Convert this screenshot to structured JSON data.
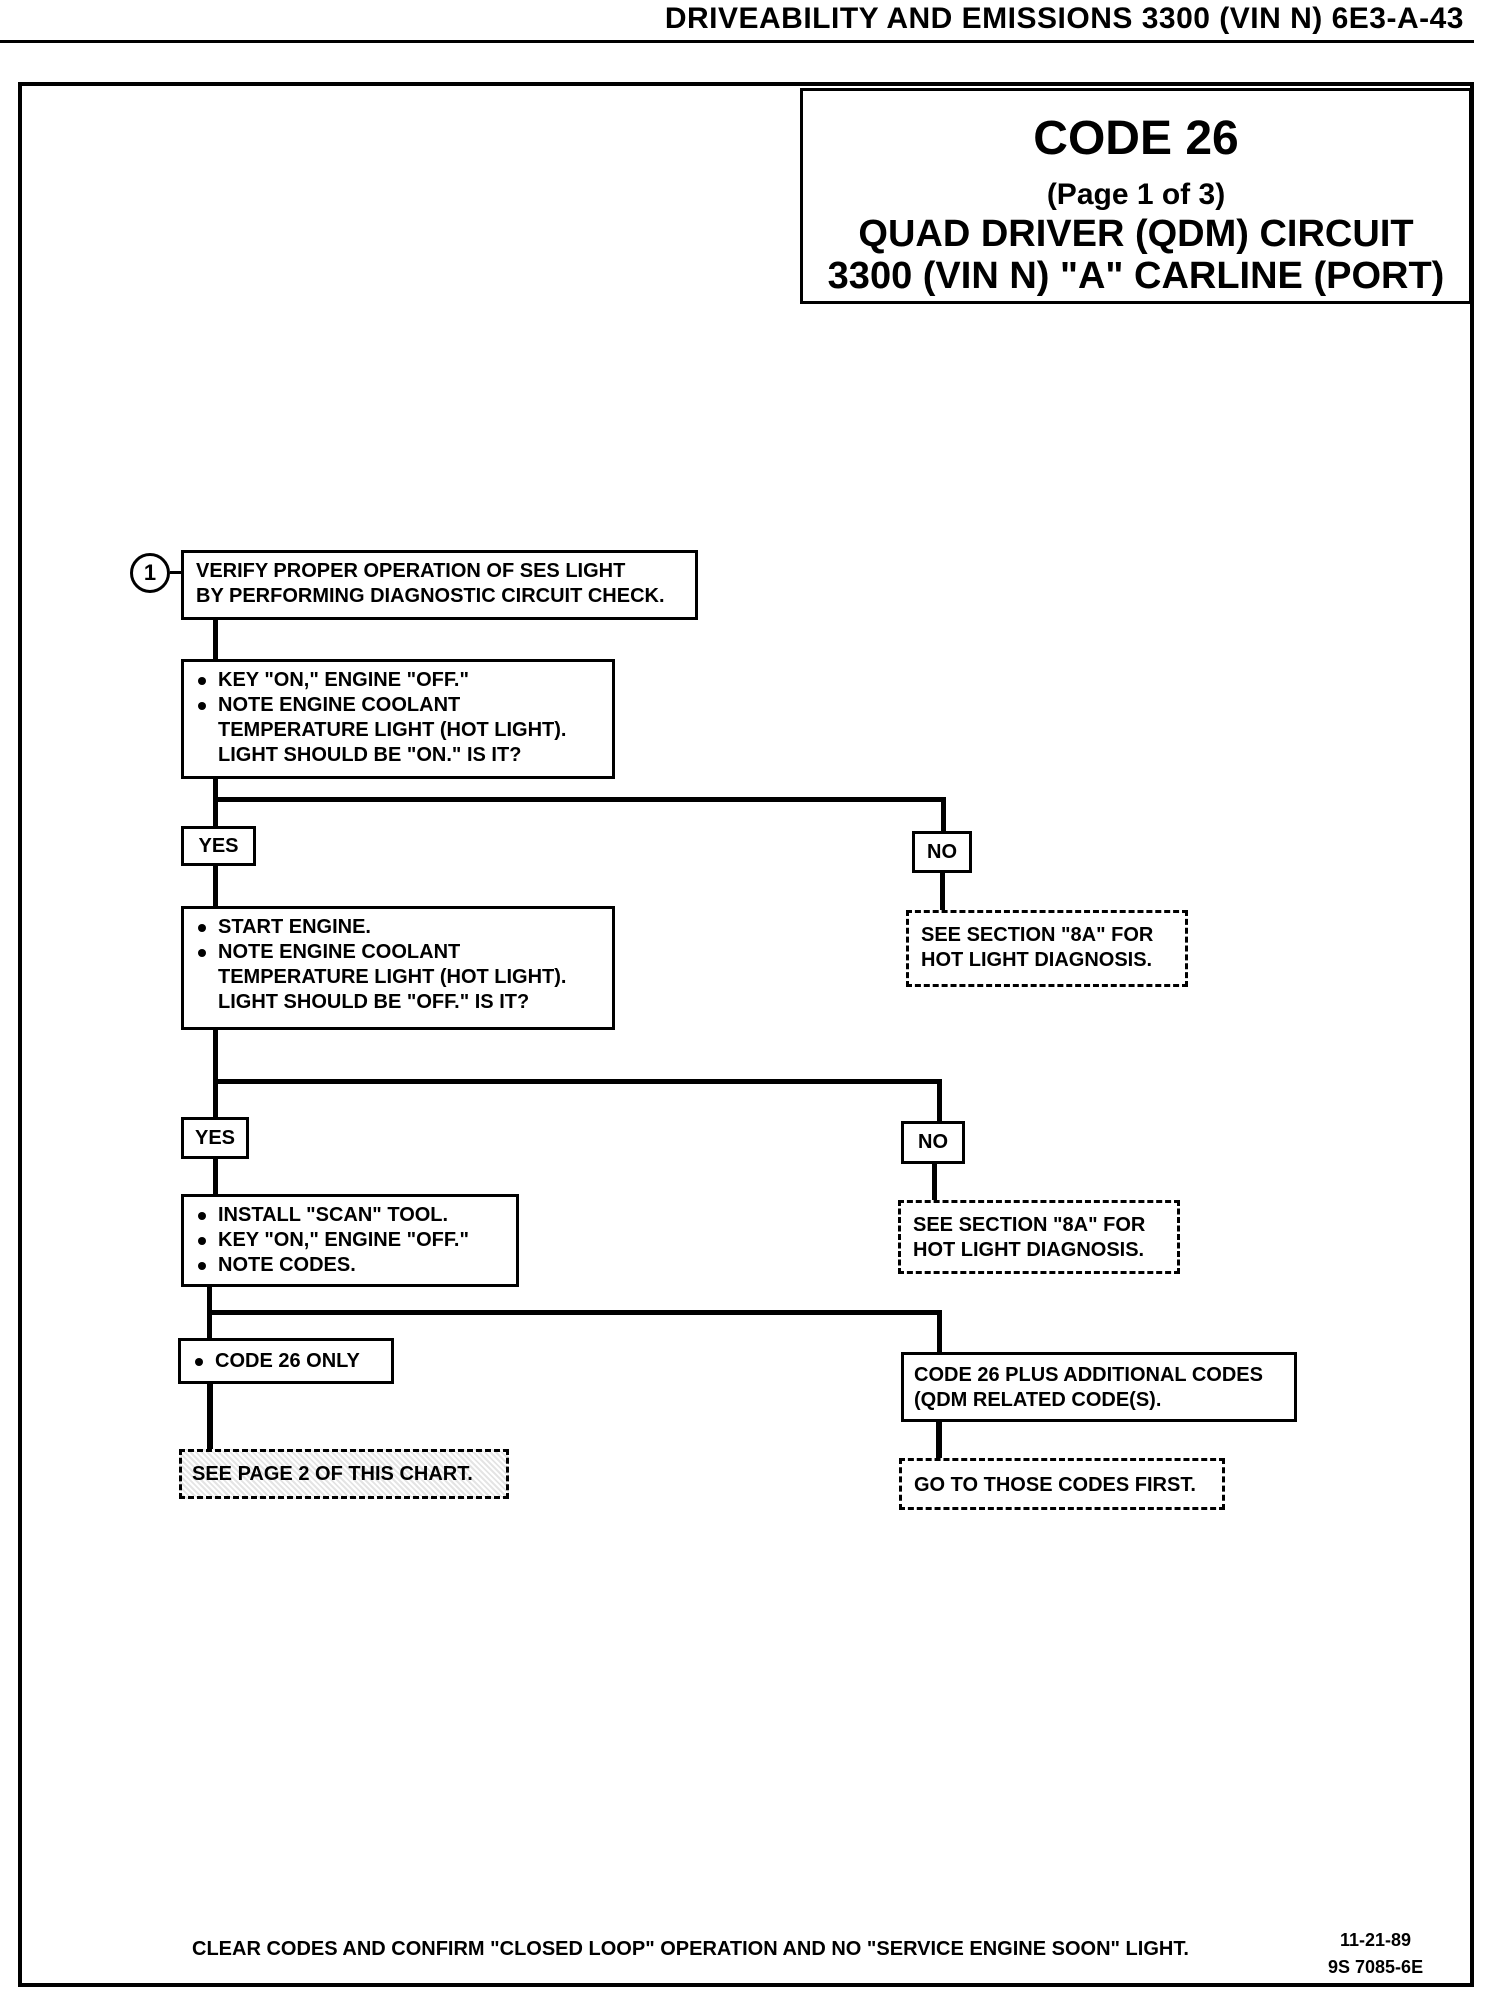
{
  "header": {
    "title": "DRIVEABILITY AND EMISSIONS  3300  (VIN N)  6E3-A-43"
  },
  "title_block": {
    "code": "CODE 26",
    "page": "(Page 1 of 3)",
    "line1": "QUAD DRIVER (QDM) CIRCUIT",
    "line2": "3300  (VIN N)  \"A\"  CARLINE  (PORT)"
  },
  "flowchart": {
    "step_marker": "1",
    "step1": [
      "VERIFY PROPER OPERATION OF SES LIGHT",
      "BY PERFORMING DIAGNOSTIC CIRCUIT CHECK."
    ],
    "step2": [
      "KEY \"ON,\" ENGINE \"OFF.\"",
      "NOTE ENGINE COOLANT TEMPERATURE LIGHT (HOT LIGHT). LIGHT SHOULD BE \"ON.\"  IS IT?"
    ],
    "step2_lines": [
      "KEY \"ON,\" ENGINE \"OFF.\"",
      "NOTE ENGINE COOLANT",
      "TEMPERATURE LIGHT (HOT LIGHT).",
      "LIGHT SHOULD BE \"ON.\"  IS IT?"
    ],
    "yes1": "YES",
    "no1": "NO",
    "no1_action": [
      "SEE SECTION \"8A\" FOR",
      "HOT LIGHT DIAGNOSIS."
    ],
    "step3_lines": [
      "START ENGINE.",
      "NOTE ENGINE COOLANT",
      "TEMPERATURE LIGHT (HOT LIGHT).",
      "LIGHT SHOULD BE \"OFF.\"  IS IT?"
    ],
    "yes2": "YES",
    "no2": "NO",
    "no2_action": [
      "SEE SECTION \"8A\" FOR",
      "HOT LIGHT DIAGNOSIS."
    ],
    "step4_lines": [
      "INSTALL \"SCAN\" TOOL.",
      "KEY \"ON,\" ENGINE \"OFF.\"",
      "NOTE CODES."
    ],
    "code26_only": "CODE 26 ONLY",
    "code26_plus": [
      "CODE 26 PLUS ADDITIONAL CODES",
      "(QDM RELATED CODE(S)."
    ],
    "see_page2": "SEE PAGE 2 OF THIS CHART.",
    "go_to_codes": "GO TO THOSE CODES FIRST."
  },
  "footer": {
    "note": "CLEAR CODES AND CONFIRM \"CLOSED LOOP\"  OPERATION AND NO \"SERVICE ENGINE SOON\" LIGHT.",
    "date": "11-21-89",
    "ref": "9S 7085-6E"
  }
}
